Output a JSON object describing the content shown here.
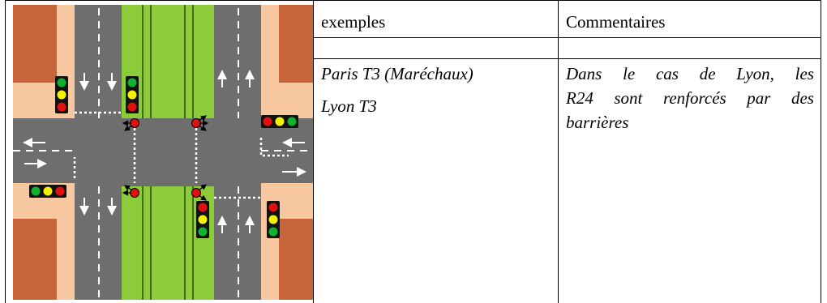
{
  "table": {
    "header_examples": "exemples",
    "header_comments": "Commentaires",
    "examples": [
      "Paris T3 (Maréchaux)",
      "Lyon T3"
    ],
    "comment_lines": [
      [
        "Dans",
        "le",
        "cas",
        "de",
        "Lyon,",
        "les"
      ],
      [
        "R24",
        "sont",
        "renforcés",
        "par",
        "des"
      ],
      [
        "barrières"
      ]
    ]
  },
  "diagram": {
    "colors": {
      "building": "#c8643a",
      "sidewalk": "#f7c8a0",
      "road": "#6e6e6e",
      "tram_track": "#8ccc3a",
      "signal_red": "#e01010",
      "signal_yellow": "#f2f200",
      "signal_green": "#10b030"
    },
    "icons": [
      "traffic-light-icon",
      "arrow-icon",
      "tram-signal-icon"
    ]
  }
}
